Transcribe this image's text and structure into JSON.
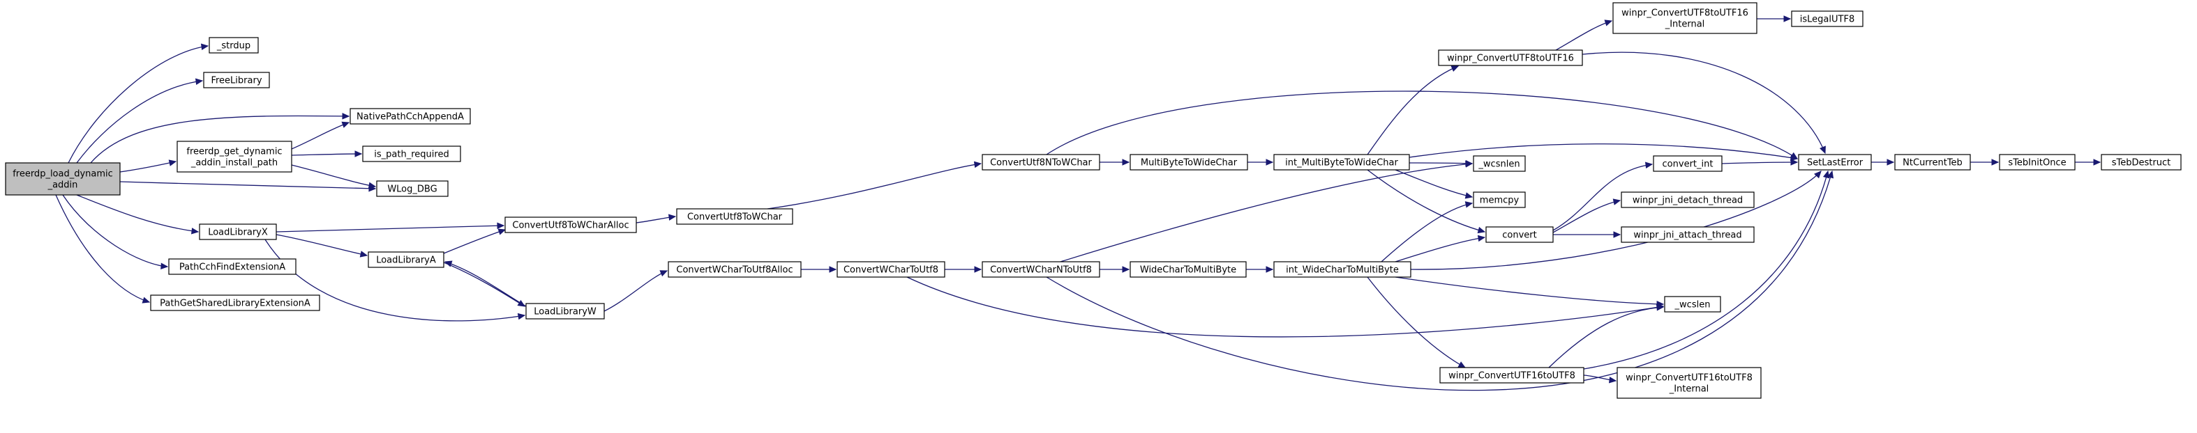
{
  "colors": {
    "edge": "#191970",
    "node_fill": "#ffffff",
    "root_fill": "#bfbfbf",
    "node_border": "#000000",
    "text": "#000000"
  },
  "nodes": [
    {
      "id": "root",
      "lines": [
        "freerdp_load_dynamic",
        "_addin"
      ],
      "root": true
    },
    {
      "id": "strdup",
      "lines": [
        "_strdup"
      ]
    },
    {
      "id": "freelib",
      "lines": [
        "FreeLibrary"
      ]
    },
    {
      "id": "nativepath",
      "lines": [
        "NativePathCchAppendA"
      ]
    },
    {
      "id": "getinstall",
      "lines": [
        "freerdp_get_dynamic",
        "_addin_install_path"
      ]
    },
    {
      "id": "ispathreq",
      "lines": [
        "is_path_required"
      ]
    },
    {
      "id": "wlog",
      "lines": [
        "WLog_DBG"
      ]
    },
    {
      "id": "loadlibx",
      "lines": [
        "LoadLibraryX"
      ]
    },
    {
      "id": "findext",
      "lines": [
        "PathCchFindExtensionA"
      ]
    },
    {
      "id": "getshared",
      "lines": [
        "PathGetSharedLibraryExtensionA"
      ]
    },
    {
      "id": "loadliba",
      "lines": [
        "LoadLibraryA"
      ]
    },
    {
      "id": "loadlibw",
      "lines": [
        "LoadLibraryW"
      ]
    },
    {
      "id": "cu8alloc",
      "lines": [
        "ConvertUtf8ToWCharAlloc"
      ]
    },
    {
      "id": "cu8tow",
      "lines": [
        "ConvertUtf8ToWChar"
      ]
    },
    {
      "id": "cwtu8alloc",
      "lines": [
        "ConvertWCharToUtf8Alloc"
      ]
    },
    {
      "id": "cwtu8",
      "lines": [
        "ConvertWCharToUtf8"
      ]
    },
    {
      "id": "cu8n",
      "lines": [
        "ConvertUtf8NToWChar"
      ]
    },
    {
      "id": "cwn",
      "lines": [
        "ConvertWCharNToUtf8"
      ]
    },
    {
      "id": "mb2wc",
      "lines": [
        "MultiByteToWideChar"
      ]
    },
    {
      "id": "wc2mb",
      "lines": [
        "WideCharToMultiByte"
      ]
    },
    {
      "id": "intmb",
      "lines": [
        "int_MultiByteToWideChar"
      ]
    },
    {
      "id": "intwc",
      "lines": [
        "int_WideCharToMultiByte"
      ]
    },
    {
      "id": "wcu8u16",
      "lines": [
        "winpr_ConvertUTF8toUTF16"
      ]
    },
    {
      "id": "wcu8u16i",
      "lines": [
        "winpr_ConvertUTF8toUTF16",
        "_Internal"
      ]
    },
    {
      "id": "islegal",
      "lines": [
        "isLegalUTF8"
      ]
    },
    {
      "id": "wcsnlen",
      "lines": [
        "_wcsnlen"
      ]
    },
    {
      "id": "memcpy",
      "lines": [
        "memcpy"
      ]
    },
    {
      "id": "convert",
      "lines": [
        "convert"
      ]
    },
    {
      "id": "convint",
      "lines": [
        "convert_int"
      ]
    },
    {
      "id": "jnidetach",
      "lines": [
        "winpr_jni_detach_thread"
      ]
    },
    {
      "id": "jniattach",
      "lines": [
        "winpr_jni_attach_thread"
      ]
    },
    {
      "id": "wcslen",
      "lines": [
        "_wcslen"
      ]
    },
    {
      "id": "wcu16u8",
      "lines": [
        "winpr_ConvertUTF16toUTF8"
      ]
    },
    {
      "id": "wcu16u8i",
      "lines": [
        "winpr_ConvertUTF16toUTF8",
        "_Internal"
      ]
    },
    {
      "id": "setlast",
      "lines": [
        "SetLastError"
      ]
    },
    {
      "id": "ntcur",
      "lines": [
        "NtCurrentTeb"
      ]
    },
    {
      "id": "steb",
      "lines": [
        "sTebInitOnce"
      ]
    },
    {
      "id": "stebd",
      "lines": [
        "sTebDestruct"
      ]
    }
  ],
  "edges": [
    [
      "root",
      "strdup"
    ],
    [
      "root",
      "freelib"
    ],
    [
      "root",
      "nativepath"
    ],
    [
      "root",
      "getinstall"
    ],
    [
      "root",
      "wlog"
    ],
    [
      "root",
      "loadlibx"
    ],
    [
      "root",
      "findext"
    ],
    [
      "root",
      "getshared"
    ],
    [
      "getinstall",
      "nativepath"
    ],
    [
      "getinstall",
      "ispathreq"
    ],
    [
      "getinstall",
      "wlog"
    ],
    [
      "loadlibx",
      "cu8alloc"
    ],
    [
      "loadlibx",
      "loadliba"
    ],
    [
      "loadlibx",
      "loadlibw"
    ],
    [
      "loadliba",
      "cu8alloc"
    ],
    [
      "loadliba",
      "loadlibw"
    ],
    [
      "loadlibw",
      "loadliba"
    ],
    [
      "loadlibw",
      "cwtu8alloc"
    ],
    [
      "cu8alloc",
      "cu8tow"
    ],
    [
      "cu8tow",
      "cu8n"
    ],
    [
      "cwtu8alloc",
      "cwtu8"
    ],
    [
      "cwtu8",
      "cwn"
    ],
    [
      "cwtu8",
      "wcslen"
    ],
    [
      "cu8n",
      "mb2wc"
    ],
    [
      "cu8n",
      "setlast"
    ],
    [
      "cwn",
      "wc2mb"
    ],
    [
      "cwn",
      "wcsnlen"
    ],
    [
      "cwn",
      "setlast"
    ],
    [
      "mb2wc",
      "intmb"
    ],
    [
      "wc2mb",
      "intwc"
    ],
    [
      "intmb",
      "wcu8u16"
    ],
    [
      "intmb",
      "setlast"
    ],
    [
      "intmb",
      "wcsnlen"
    ],
    [
      "intmb",
      "memcpy"
    ],
    [
      "intmb",
      "convert"
    ],
    [
      "intwc",
      "memcpy"
    ],
    [
      "intwc",
      "convert"
    ],
    [
      "intwc",
      "setlast"
    ],
    [
      "intwc",
      "wcslen"
    ],
    [
      "intwc",
      "wcu16u8"
    ],
    [
      "wcu8u16",
      "wcu8u16i"
    ],
    [
      "wcu8u16",
      "setlast"
    ],
    [
      "wcu8u16i",
      "islegal"
    ],
    [
      "convert",
      "convint"
    ],
    [
      "convert",
      "jnidetach"
    ],
    [
      "convert",
      "jniattach"
    ],
    [
      "convint",
      "setlast"
    ],
    [
      "wcu16u8",
      "wcslen"
    ],
    [
      "wcu16u8",
      "setlast"
    ],
    [
      "wcu16u8",
      "wcu16u8i"
    ],
    [
      "setlast",
      "ntcur"
    ],
    [
      "ntcur",
      "steb"
    ],
    [
      "steb",
      "stebd"
    ]
  ]
}
